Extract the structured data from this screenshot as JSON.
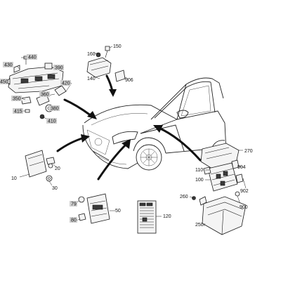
{
  "callouts": {
    "c10": "10",
    "c20": "20",
    "c30": "30",
    "c50": "50",
    "c79": "79",
    "c80": "80",
    "c100": "100",
    "c110": "110",
    "c120": "120",
    "c140": "140",
    "c150": "150",
    "c160": "160",
    "c250": "250",
    "c260": "260",
    "c270": "270",
    "c350": "350",
    "c360": "360",
    "c380": "380",
    "c390": "390",
    "c410": "410",
    "c415": "415",
    "c420": "420",
    "c430": "430",
    "c440": "440",
    "c450": "450",
    "c900": "900",
    "c902": "902",
    "c904": "904",
    "c906": "906"
  },
  "colors": {
    "line": "#1a1a1a",
    "label_background": "#cfcfcf",
    "page_background": "#ffffff"
  }
}
